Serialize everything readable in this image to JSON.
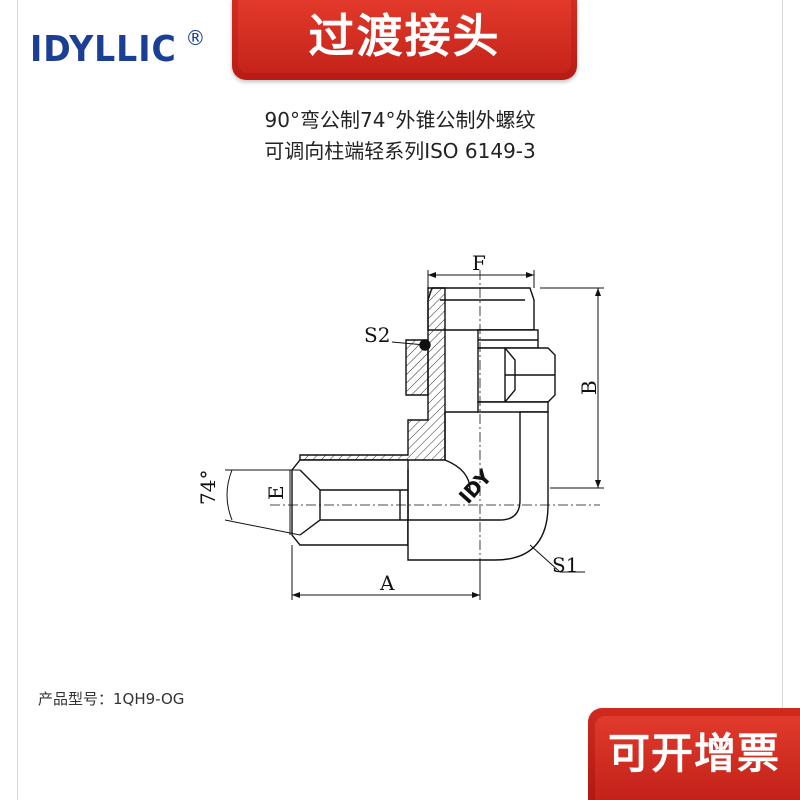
{
  "brand": {
    "name": "IDYLLIC",
    "registered": "®"
  },
  "banner_top": "过渡接头",
  "title_line1": "90°弯公制74°外锥公制外螺纹",
  "title_line2": "可调向柱端轻系列ISO 6149-3",
  "drawing": {
    "labels": {
      "F": "F",
      "S2": "S2",
      "B": "B",
      "E": "E",
      "angle": "74°",
      "S1": "S1",
      "A": "A",
      "mark": "IDY"
    }
  },
  "model": "产品型号：1QH9-OG",
  "banner_bottom": "可开增票",
  "colors": {
    "brand_blue": "#1b3f95",
    "banner_red": "#c5231a"
  }
}
